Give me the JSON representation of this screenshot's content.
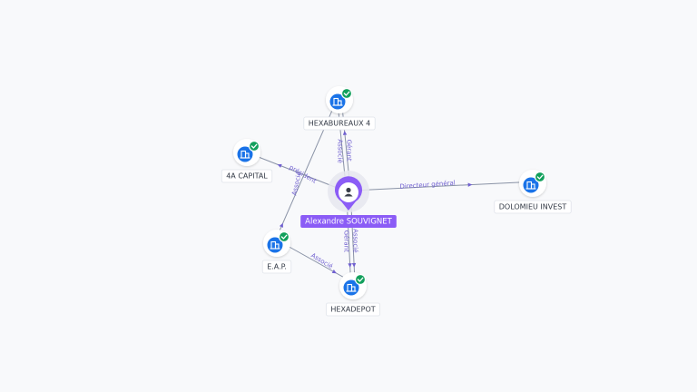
{
  "colors": {
    "edge": "#8a93a6",
    "edge_label": "#6f5fd0",
    "company_icon": "#1a73e8",
    "check_badge": "#12a05c",
    "person_accent": "#8b5cf6"
  },
  "person": {
    "name": "Alexandre SOUVIGNET",
    "icon": "person-icon"
  },
  "companies": [
    {
      "id": "hexabureaux4",
      "name": "HEXABUREAUX 4",
      "icon": "building-icon",
      "badge": "check-icon"
    },
    {
      "id": "4acapital",
      "name": "4A CAPITAL",
      "icon": "building-icon",
      "badge": "check-icon"
    },
    {
      "id": "dolomieu",
      "name": "DOLOMIEU INVEST",
      "icon": "building-icon",
      "badge": "check-icon"
    },
    {
      "id": "eap",
      "name": "E.A.P.",
      "icon": "building-icon",
      "badge": "check-icon"
    },
    {
      "id": "hexadepot",
      "name": "HEXADEPOT",
      "icon": "building-icon",
      "badge": "check-icon"
    }
  ],
  "edges": [
    {
      "id": "e-hexabureaux4-gerant",
      "from": "person",
      "to": "hexabureaux4",
      "label": "Gérant"
    },
    {
      "id": "e-hexabureaux4-associe",
      "from": "person",
      "to": "hexabureaux4",
      "label": "Associé"
    },
    {
      "id": "e-4acapital-president",
      "from": "person",
      "to": "4acapital",
      "label": "président"
    },
    {
      "id": "e-dolomieu-directeur",
      "from": "person",
      "to": "dolomieu",
      "label": "Directeur général"
    },
    {
      "id": "e-hexadepot-gerant",
      "from": "person",
      "to": "hexadepot",
      "label": "Gérant"
    },
    {
      "id": "e-hexadepot-associe",
      "from": "person",
      "to": "hexadepot",
      "label": "Associé"
    },
    {
      "id": "e-eap-hexabureaux4-associe",
      "from": "eap",
      "to": "hexabureaux4",
      "label": "Associé"
    },
    {
      "id": "e-eap-hexadepot-associe",
      "from": "eap",
      "to": "hexadepot",
      "label": "Associé"
    }
  ]
}
